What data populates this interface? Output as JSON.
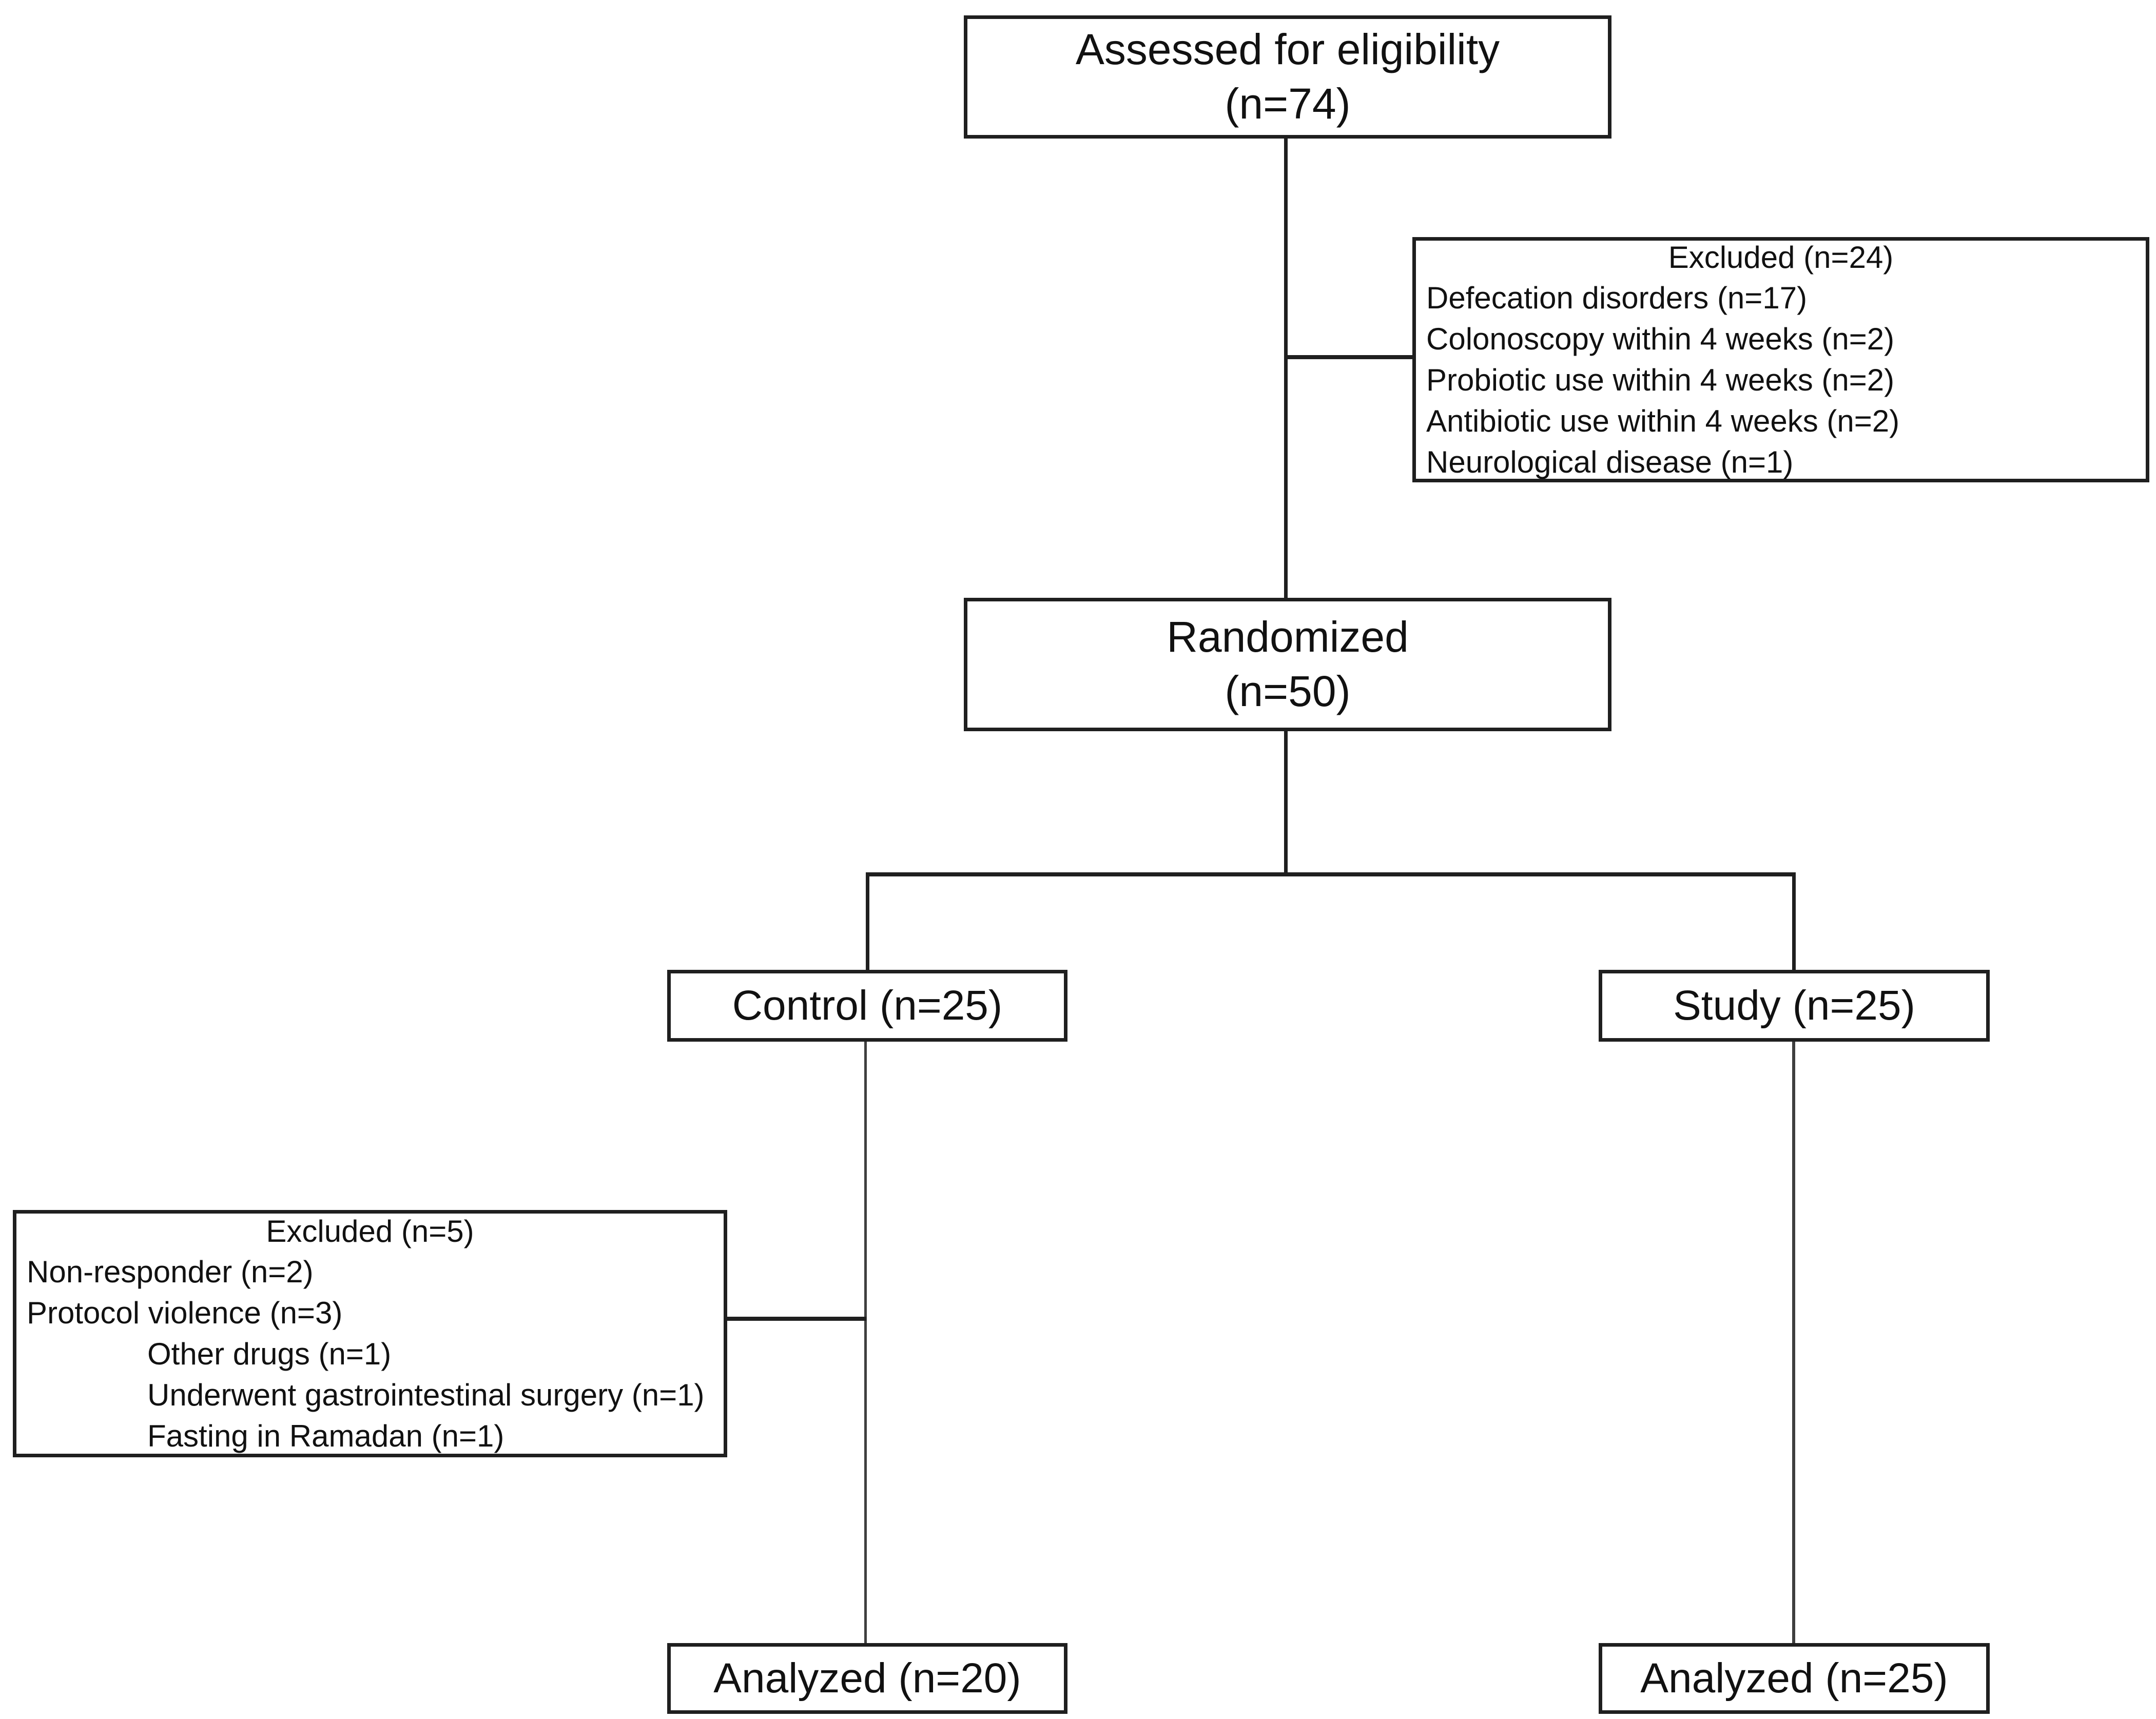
{
  "colors": {
    "line": "#1f1f1f",
    "line-soft": "#3f3f3f",
    "text": "#111111",
    "bg": "#ffffff"
  },
  "boxes": {
    "assessed": {
      "line1": "Assessed for eligibility",
      "line2": "(n=74)"
    },
    "excluded_enrollment": {
      "title": "Excluded (n=24)",
      "items": [
        "Defecation disorders (n=17)",
        "Colonoscopy within 4 weeks (n=2)",
        "Probiotic use within 4 weeks (n=2)",
        "Antibiotic use within 4 weeks (n=2)",
        "Neurological disease (n=1)"
      ]
    },
    "randomized": {
      "line1": "Randomized",
      "line2": "(n=50)"
    },
    "control": {
      "label": "Control (n=25)"
    },
    "study": {
      "label": "Study (n=25)"
    },
    "excluded_control": {
      "title": "Excluded (n=5)",
      "items": [
        "Non-responder (n=2)",
        "Protocol violence (n=3)"
      ],
      "subitems": [
        "Other drugs (n=1)",
        "Underwent gastrointestinal surgery (n=1)",
        "Fasting in Ramadan (n=1)"
      ]
    },
    "analyzed_control": {
      "label": "Analyzed (n=20)"
    },
    "analyzed_study": {
      "label": "Analyzed (n=25)"
    }
  }
}
